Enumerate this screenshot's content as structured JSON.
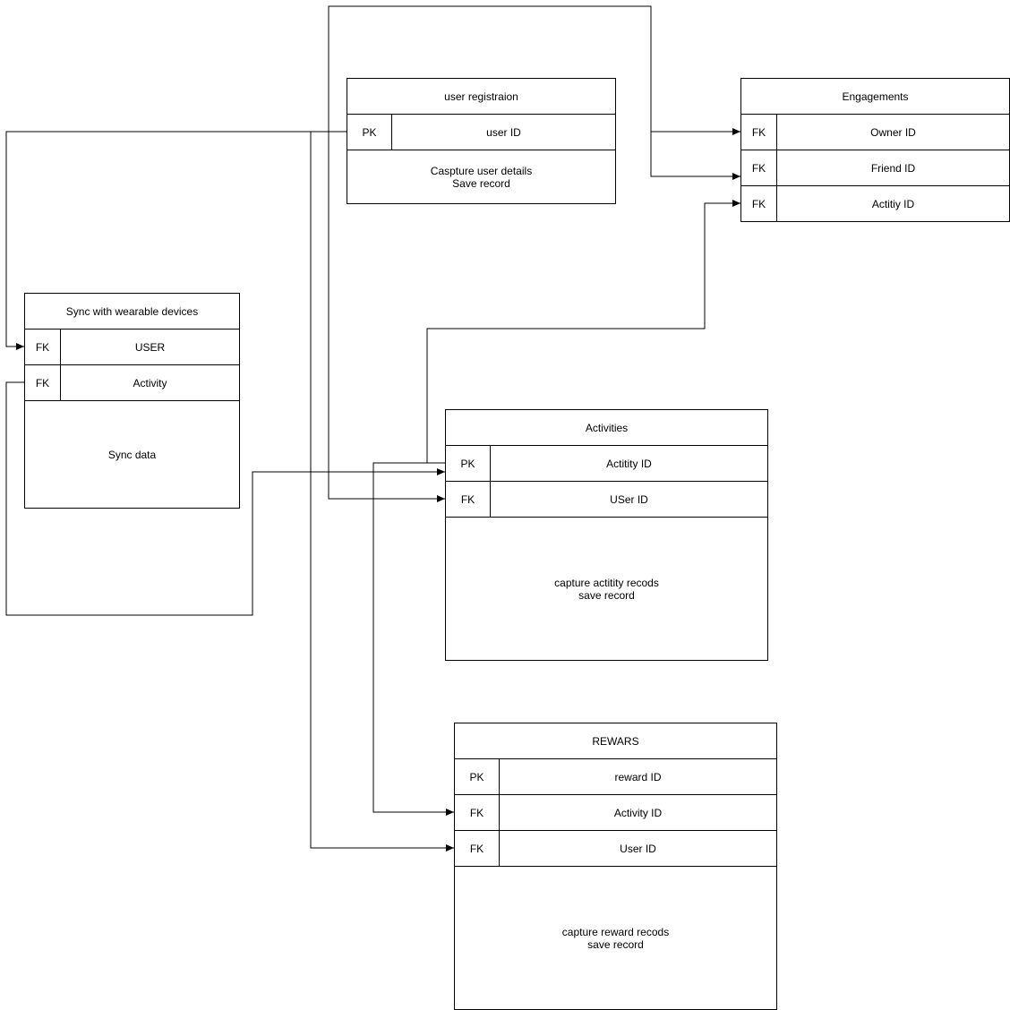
{
  "entities": {
    "user_registration": {
      "title": "user registraion",
      "rows": [
        {
          "key": "PK",
          "field": "user ID"
        }
      ],
      "body": "Caspture user details\nSave record"
    },
    "engagements": {
      "title": "Engagements",
      "rows": [
        {
          "key": "FK",
          "field": "Owner ID"
        },
        {
          "key": "FK",
          "field": "Friend ID"
        },
        {
          "key": "FK",
          "field": "Actitiy ID"
        }
      ]
    },
    "sync": {
      "title": "Sync with wearable devices",
      "rows": [
        {
          "key": "FK",
          "field": "USER"
        },
        {
          "key": "FK",
          "field": "Activity"
        }
      ],
      "body": "Sync data"
    },
    "activities": {
      "title": "Activities",
      "rows": [
        {
          "key": "PK",
          "field": "Actitity ID"
        },
        {
          "key": "FK",
          "field": "USer ID"
        }
      ],
      "body": "capture actitity recods\nsave record"
    },
    "rewards": {
      "title": "REWARS",
      "rows": [
        {
          "key": "PK",
          "field": "reward ID"
        },
        {
          "key": "FK",
          "field": "Activity ID"
        },
        {
          "key": "FK",
          "field": "User ID"
        }
      ],
      "body": "capture reward recods\nsave record"
    }
  },
  "colors": {
    "stroke": "#000000",
    "background": "#ffffff"
  }
}
